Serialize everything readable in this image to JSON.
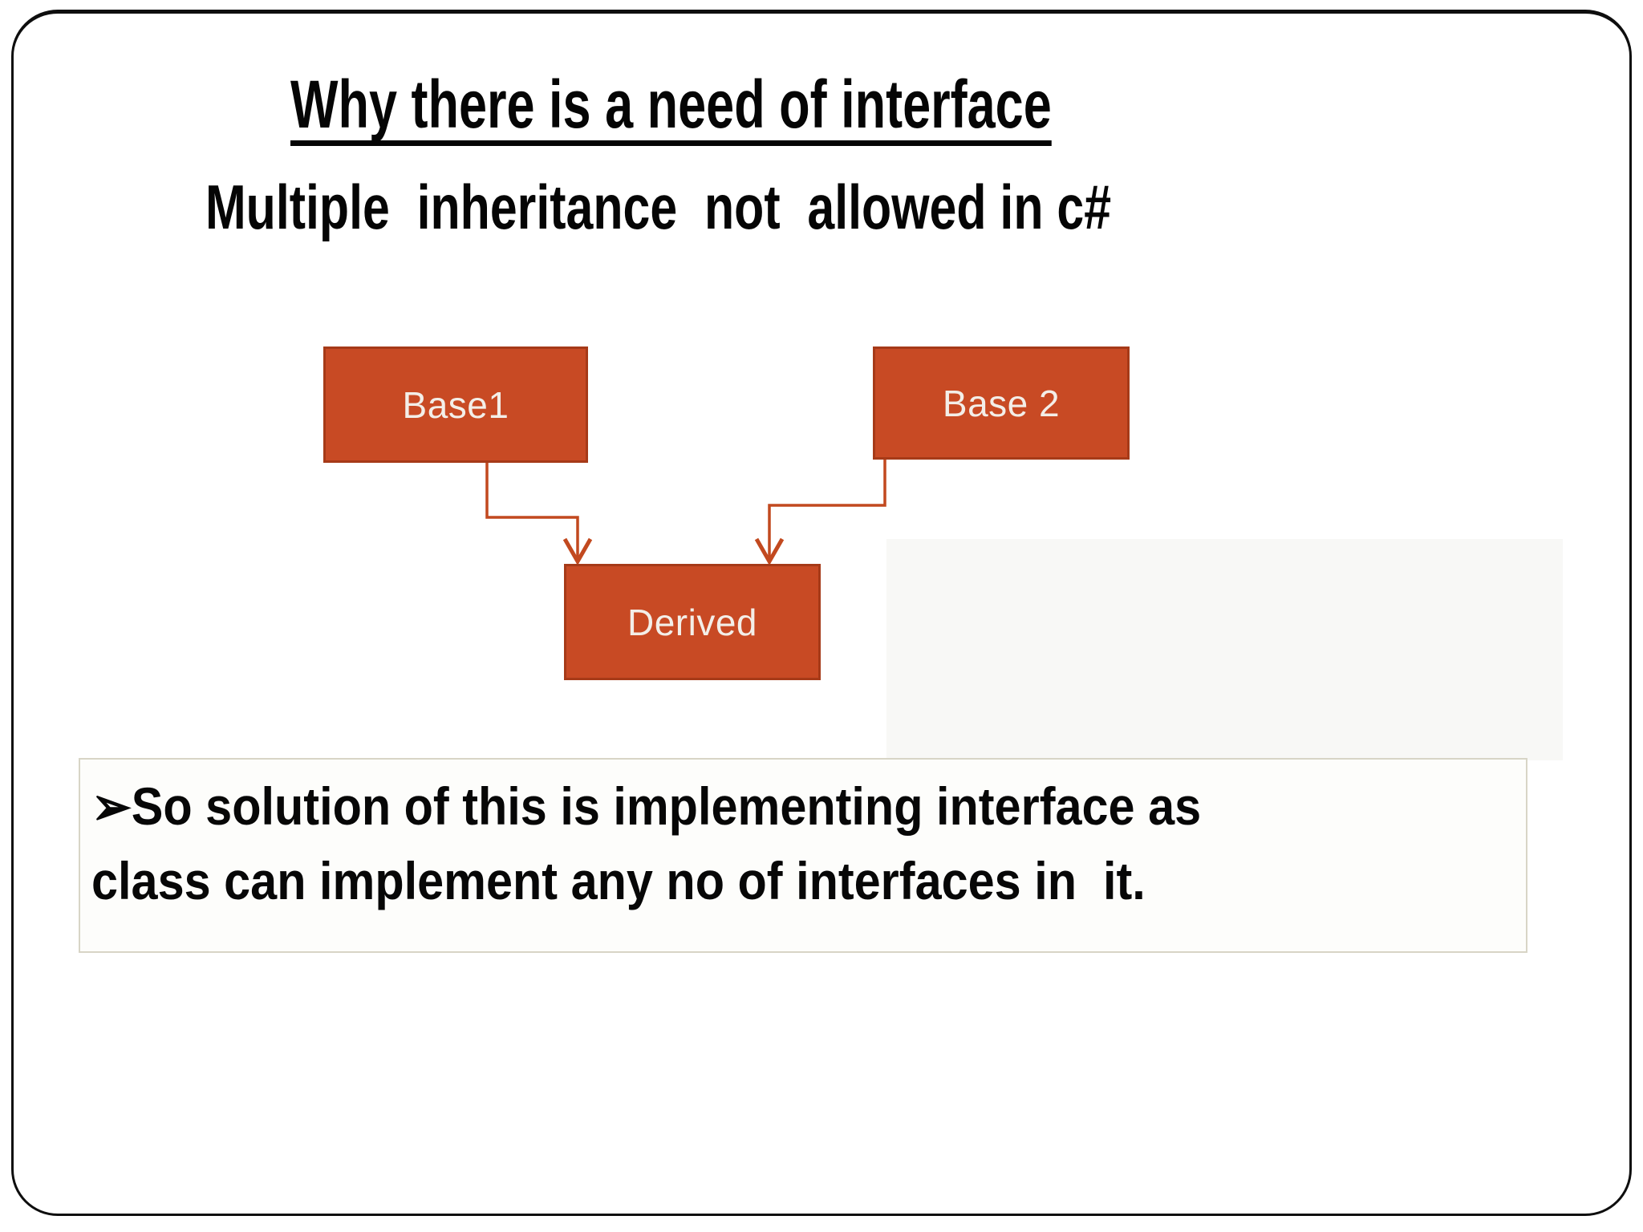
{
  "slide": {
    "title": "Why there is a need of interface",
    "subtitle": "Multiple  inheritance  not  allowed in c#",
    "note_lines": [
      "➢So solution of this is implementing interface as",
      "class can implement any no of interfaces in  it."
    ]
  },
  "diagram": {
    "type": "inheritance-diagram",
    "nodes": [
      {
        "id": "base1",
        "label": "Base1"
      },
      {
        "id": "base2",
        "label": "Base 2"
      },
      {
        "id": "derived",
        "label": "Derived"
      }
    ],
    "edges": [
      {
        "from": "Base1",
        "to": "Derived",
        "style": "elbow-arrow"
      },
      {
        "from": "Base 2",
        "to": "Derived",
        "style": "elbow-arrow"
      }
    ],
    "colors": {
      "node_fill": "#c84a24",
      "node_border": "#a63a18",
      "node_text": "#f3eee8",
      "connector": "#c2491f"
    }
  },
  "frame": {
    "border_color": "#0e0e0e",
    "note_box_border": "#d8d5c6",
    "text_color": "#050505"
  }
}
